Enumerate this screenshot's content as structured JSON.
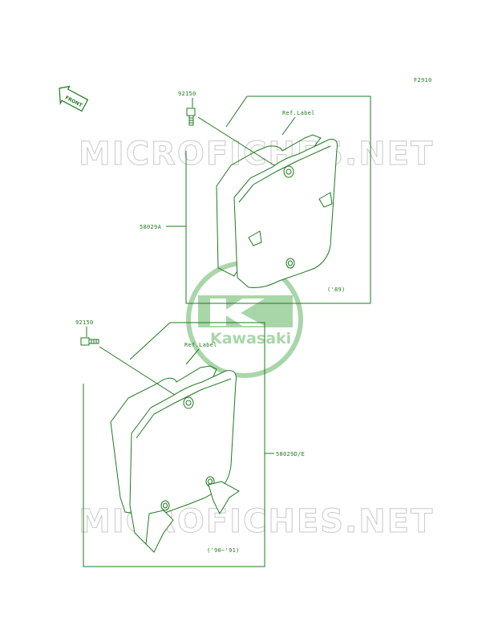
{
  "figure_code": "F2910",
  "front_arrow_label": "FRONT",
  "watermark_text": "MICROFICHES.NET",
  "logo": {
    "text": "Kawasaki",
    "letter": "K"
  },
  "upper": {
    "bolt_part": "92150",
    "ref_label": "Ref.Label",
    "cover_part": "58029A",
    "year_note": "('89)"
  },
  "lower": {
    "bolt_part": "92150",
    "ref_label": "Ref.Label",
    "cover_part": "58029D/E",
    "year_note": "('90~'91)"
  },
  "colors": {
    "line": "#1f7a1f",
    "watermark": "#c9c9c9",
    "logo": "#a9d6a9"
  }
}
